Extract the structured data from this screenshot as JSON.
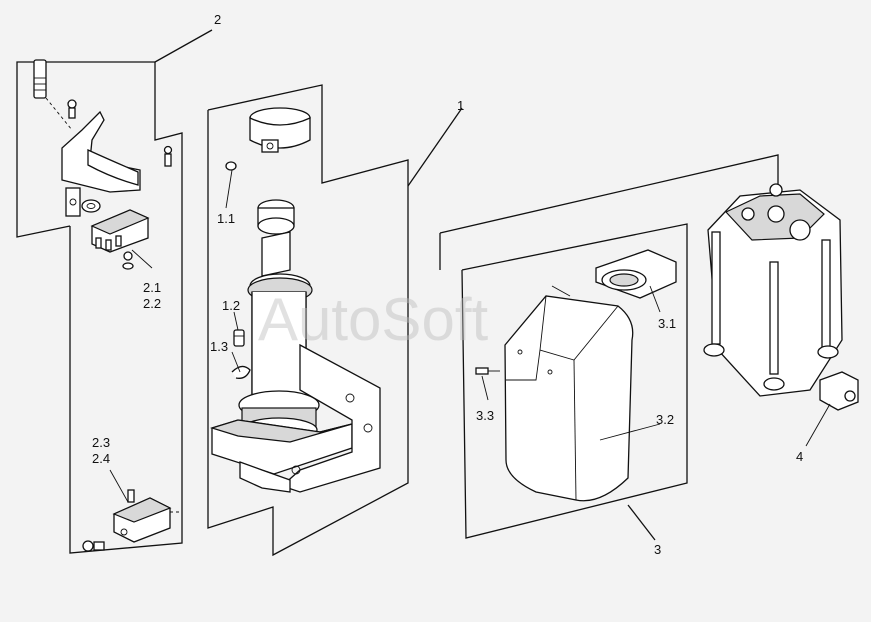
{
  "watermark": "AutoSoft",
  "callouts": {
    "c1": "1",
    "c1_1": "1.1",
    "c1_2": "1.2",
    "c1_3": "1.3",
    "c2": "2",
    "c2_1": "2.1",
    "c2_2": "2.2",
    "c2_3": "2.3",
    "c2_4": "2.4",
    "c3": "3",
    "c3_1": "3.1",
    "c3_2": "3.2",
    "c3_3": "3.3",
    "c4": "4"
  },
  "colors": {
    "line": "#111111",
    "background": "#f3f3f3",
    "shade": "#d8d8d8"
  }
}
